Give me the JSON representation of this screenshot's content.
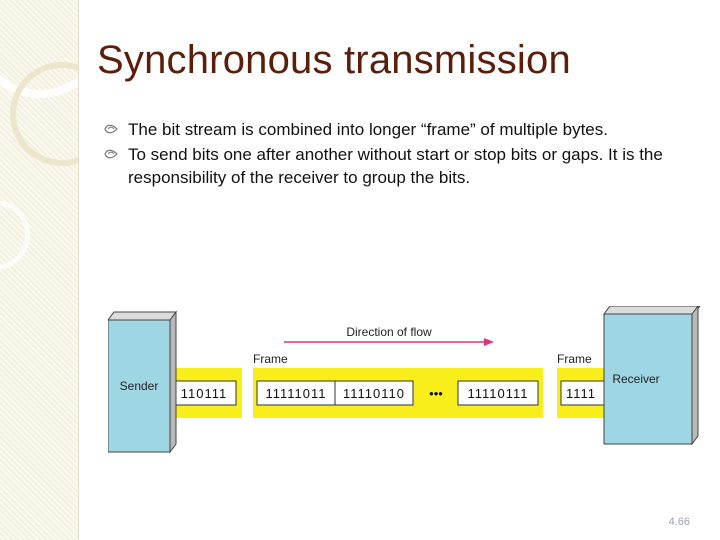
{
  "slide": {
    "title": "Synchronous transmission",
    "bullets": [
      "The bit stream is combined into longer “frame” of multiple bytes.",
      "To send bits one after another without start or stop bits or gaps. It is the responsibility of the receiver to group the bits."
    ],
    "page_number": "4.66"
  },
  "diagram": {
    "direction_label": "Direction of flow",
    "sender_label": "Sender",
    "receiver_label": "Receiver",
    "frame_label_left": "Frame",
    "frame_label_right": "Frame",
    "left_partial_bits": "110111",
    "frame_bits": [
      "11111011",
      "11110110",
      "11110111"
    ],
    "ellipsis": "•••",
    "right_partial_bits": "1111",
    "colors": {
      "box": "#9ed6e4",
      "frame_fill": "#f7ee1b",
      "arrow": "#e0347a"
    }
  }
}
